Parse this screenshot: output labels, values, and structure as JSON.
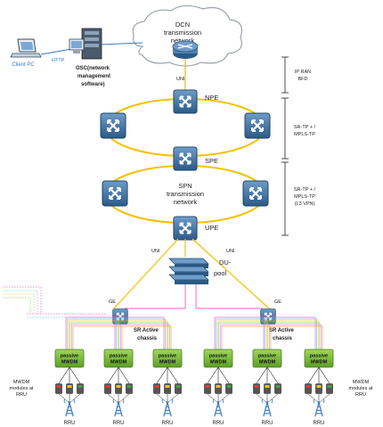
{
  "dcn": {
    "title_line1": "DCN",
    "title_line2": "transmission",
    "title_line3": "network"
  },
  "client": {
    "label": "Client PC"
  },
  "protocol_labels": {
    "http": "HTTP",
    "uni": "UNI",
    "ge": "GE"
  },
  "nms": {
    "line1": "OSC(network",
    "line2": "management",
    "line3": "software)"
  },
  "nodes": {
    "npe": "NPE",
    "spe": "SPE",
    "upe": "UPE"
  },
  "spn": {
    "line1": "SPN",
    "line2": "transmission",
    "line3": "network"
  },
  "du_pool": {
    "line1": "DU-",
    "line2": "pool"
  },
  "chassis": {
    "line1": "SR Active",
    "line2": "chassis"
  },
  "passive": {
    "line1": "passive",
    "line2": "MWDM"
  },
  "mwdm_modules": {
    "line1": "MWDM",
    "line2": "modules at",
    "line3": "RRU"
  },
  "rru": {
    "label": "RRU"
  },
  "brackets": [
    {
      "line1": "IP RAN",
      "line2": "BFD"
    },
    {
      "line1": "SR-TP + /",
      "line2": "MPLS-TP"
    },
    {
      "line1": "SR-TP + /",
      "line2": "MPLS-TP",
      "line3": "(L3 VPN)"
    }
  ],
  "colors": {
    "fiber": "#f2c200",
    "ring": "#f2c200",
    "device": "#3f6d9a",
    "passive_green": "#7cbf3b",
    "cloud_stroke": "#9aa3ad",
    "wdm_lines": [
      "#ff66cc",
      "#66ccff",
      "#ffcc33",
      "#99cc66",
      "#cc99ff",
      "#ff9966"
    ]
  }
}
